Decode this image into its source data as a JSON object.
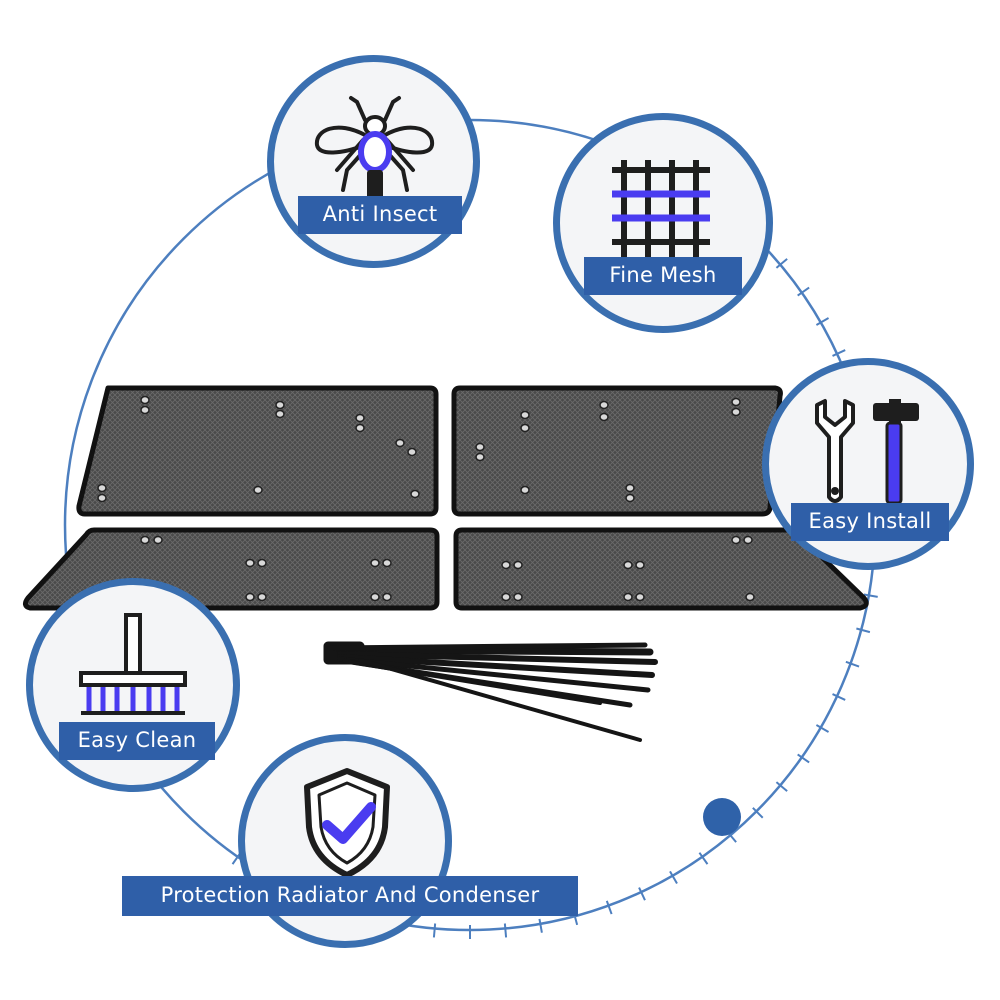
{
  "colors": {
    "ring": "#4d7fbf",
    "bubble_border": "#3a6fb0",
    "label_bg": "#2f5fa8",
    "accent": "#4a3cf0",
    "icon": "#1e1e1e"
  },
  "features": [
    {
      "id": "anti-insect",
      "label": "Anti Insect",
      "icon": "mosquito-icon"
    },
    {
      "id": "fine-mesh",
      "label": "Fine Mesh",
      "icon": "mesh-grid-icon"
    },
    {
      "id": "easy-install",
      "label": "Easy Install",
      "icon": "wrench-hammer-icon"
    },
    {
      "id": "easy-clean",
      "label": "Easy Clean",
      "icon": "brush-icon"
    },
    {
      "id": "protection",
      "label": "Protection Radiator And Condenser",
      "icon": "shield-check-icon"
    }
  ],
  "product": {
    "items": [
      "mesh-panel",
      "mesh-panel",
      "mesh-panel",
      "mesh-panel",
      "cable-ties"
    ]
  }
}
